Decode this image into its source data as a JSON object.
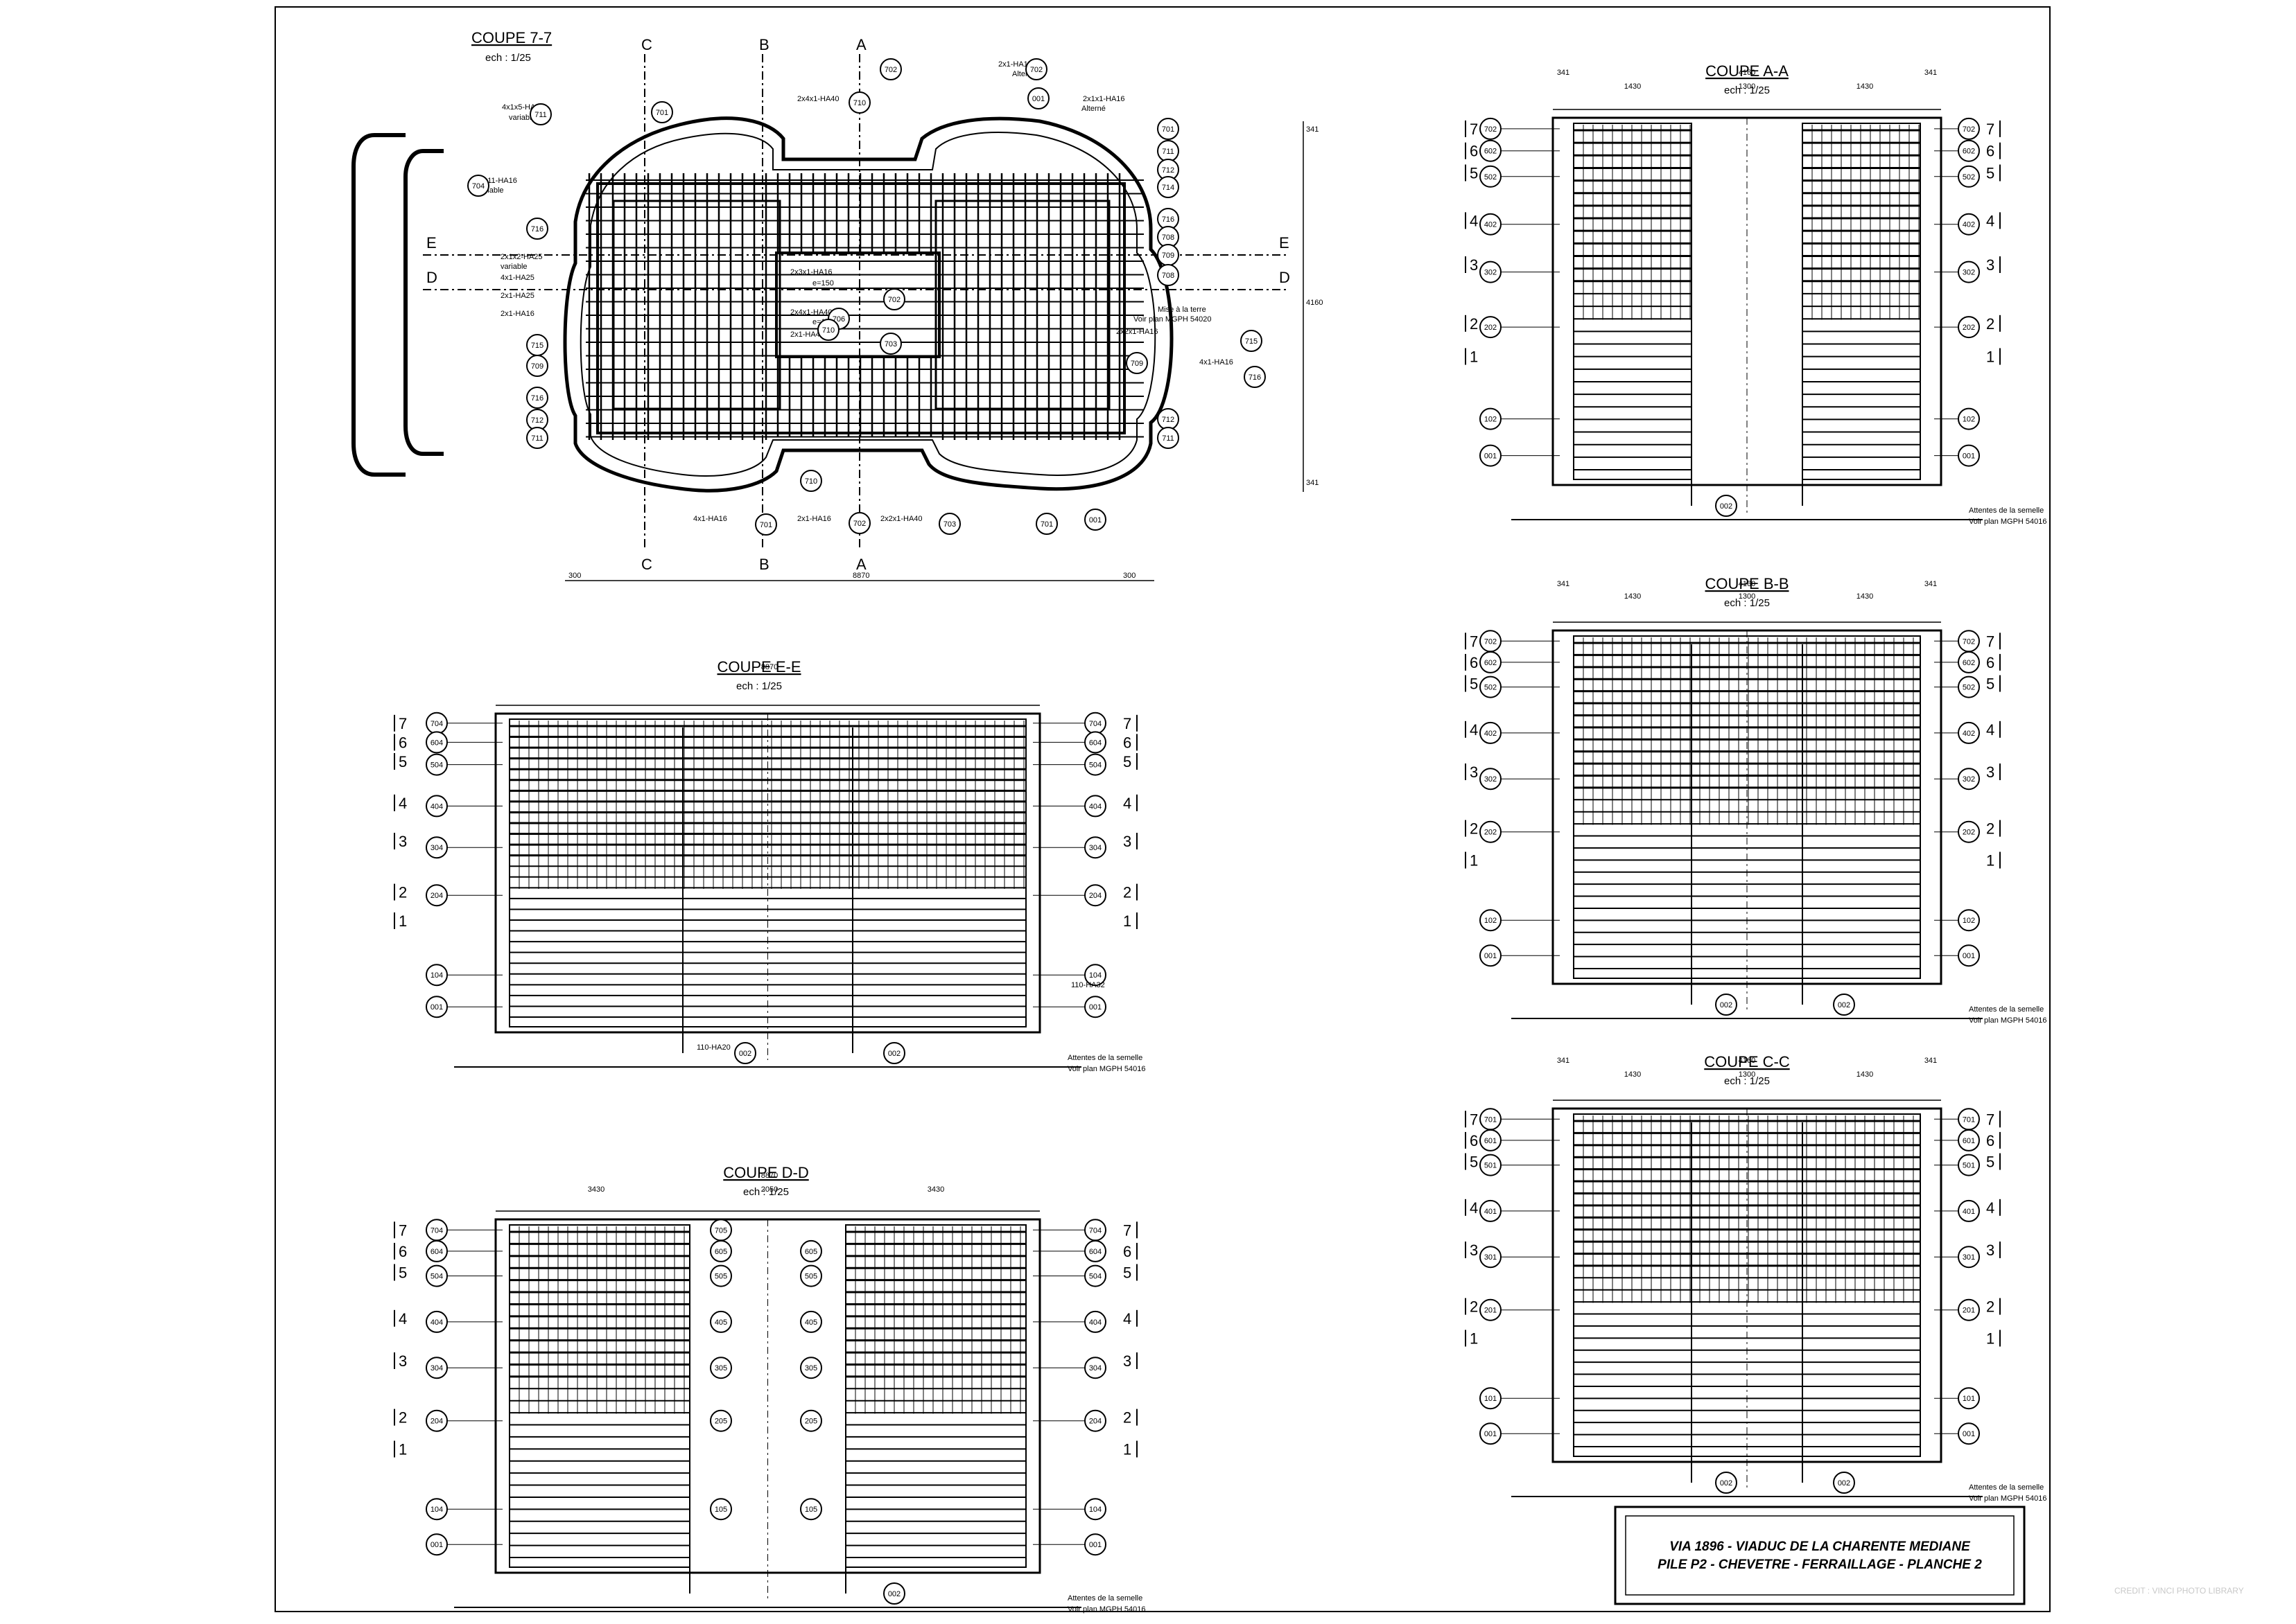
{
  "sheet": {
    "title_line1": "VIA 1896 - VIADUC DE LA CHARENTE MEDIANE",
    "title_line2": "PILE P2 - CHEVETRE - FERRAILLAGE - PLANCHE 2",
    "credit": "CREDIT : VINCI PHOTO LIBRARY"
  },
  "plan": {
    "title": "COUPE 7-7",
    "scale": "ech : 1/25",
    "section_marks_top": [
      "C",
      "B",
      "A"
    ],
    "section_marks_bottom": [
      "C",
      "B",
      "A"
    ],
    "side_marks": [
      "E",
      "D"
    ],
    "labels": [
      "4x1x5-HA16",
      "variable",
      "4x1x11-HA16",
      "variable",
      "2x1x2-HA25",
      "variable",
      "4x1-HA25",
      "2x1-HA25",
      "2x1-HA16",
      "2x4x1-HA40",
      "2x3x1-HA16",
      "e=150",
      "2x4x1-HA40",
      "e=150",
      "2x1-HA40",
      "2x1-HA16",
      "Alterné",
      "2x1x1-HA16",
      "Alterné",
      "Mise à la terre",
      "Voir plan MGPH 54020",
      "2x2x1-HA16",
      "4x1-HA16",
      "4x1-HA16",
      "2x1-HA16",
      "2x2x1-HA40"
    ],
    "bubbles": [
      "711",
      "701",
      "702",
      "710",
      "001",
      "702",
      "701",
      "711",
      "712",
      "714",
      "716",
      "708",
      "709",
      "704",
      "716",
      "715",
      "709",
      "716",
      "712",
      "711",
      "710",
      "701",
      "702",
      "703",
      "701",
      "001",
      "715",
      "716",
      "709",
      "702",
      "708",
      "712",
      "711",
      "706",
      "710",
      "703"
    ],
    "dims": [
      "300",
      "8870",
      "300",
      "341",
      "4160",
      "341"
    ]
  },
  "section_aa": {
    "title": "COUPE A-A",
    "scale": "ech : 1/25",
    "dims": [
      "341",
      "4160",
      "341",
      "1430",
      "1300",
      "1430"
    ],
    "levels": [
      "7",
      "6",
      "5",
      "4",
      "3",
      "2",
      "1"
    ],
    "bubbles_left": [
      "702",
      "602",
      "502",
      "402",
      "302",
      "202",
      "102",
      "001"
    ],
    "bubbles_right": [
      "702",
      "602",
      "502",
      "402",
      "302",
      "202",
      "102",
      "001"
    ],
    "bottom_bubble": "002",
    "note1": "Attentes de la semelle",
    "note2": "Voir plan MGPH 54016"
  },
  "section_bb": {
    "title": "COUPE B-B",
    "scale": "ech : 1/25",
    "dims": [
      "341",
      "4160",
      "341",
      "1430",
      "1300",
      "1430"
    ],
    "levels": [
      "7",
      "6",
      "5",
      "4",
      "3",
      "2",
      "1"
    ],
    "bubbles_left": [
      "702",
      "602",
      "502",
      "402",
      "302",
      "202",
      "102",
      "001"
    ],
    "bubbles_right": [
      "702",
      "602",
      "502",
      "402",
      "302",
      "202",
      "102",
      "001"
    ],
    "bottom_bubbles": [
      "002",
      "002"
    ],
    "note1": "Attentes de la semelle",
    "note2": "Voir plan MGPH 54016"
  },
  "section_cc": {
    "title": "COUPE C-C",
    "scale": "ech : 1/25",
    "dims": [
      "341",
      "4160",
      "341",
      "1430",
      "1300",
      "1430"
    ],
    "levels": [
      "7",
      "6",
      "5",
      "4",
      "3",
      "2",
      "1"
    ],
    "bubbles_left": [
      "701",
      "601",
      "501",
      "401",
      "301",
      "201",
      "101",
      "001"
    ],
    "bubbles_right": [
      "701",
      "601",
      "501",
      "401",
      "301",
      "201",
      "101",
      "001"
    ],
    "bottom_bubbles": [
      "002",
      "002"
    ],
    "note1": "Attentes de la semelle",
    "note2": "Voir plan MGPH 54016"
  },
  "section_ee": {
    "title": "COUPE E-E",
    "scale": "ech : 1/25",
    "dims": [
      "8870"
    ],
    "levels": [
      "7",
      "6",
      "5",
      "4",
      "3",
      "2",
      "1"
    ],
    "bubbles_left": [
      "704",
      "604",
      "504",
      "404",
      "304",
      "204",
      "104",
      "001"
    ],
    "bubbles_right": [
      "704",
      "604",
      "504",
      "404",
      "304",
      "204",
      "104",
      "001"
    ],
    "bottom_bubbles": [
      "002",
      "002"
    ],
    "labels": [
      "110-HA20",
      "110-HA32"
    ],
    "note1": "Attentes de la semelle",
    "note2": "Voir plan MGPH 54016"
  },
  "section_dd": {
    "title": "COUPE D-D",
    "scale": "ech : 1/25",
    "dims": [
      "8870",
      "3430",
      "2050",
      "3430"
    ],
    "levels": [
      "7",
      "6",
      "5",
      "4",
      "3",
      "2",
      "1"
    ],
    "bubbles_left": [
      "704",
      "604",
      "504",
      "404",
      "304",
      "204",
      "104",
      "001"
    ],
    "bubbles_mid_left": [
      "705",
      "605",
      "505",
      "405",
      "305",
      "205",
      "105"
    ],
    "bubbles_mid_right": [
      "605",
      "505",
      "405",
      "305",
      "205",
      "105"
    ],
    "bubbles_right": [
      "704",
      "604",
      "504",
      "404",
      "304",
      "204",
      "104",
      "001"
    ],
    "bottom_bubble": "002",
    "note1": "Attentes de la semelle",
    "note2": "Voir plan MGPH 54016"
  }
}
